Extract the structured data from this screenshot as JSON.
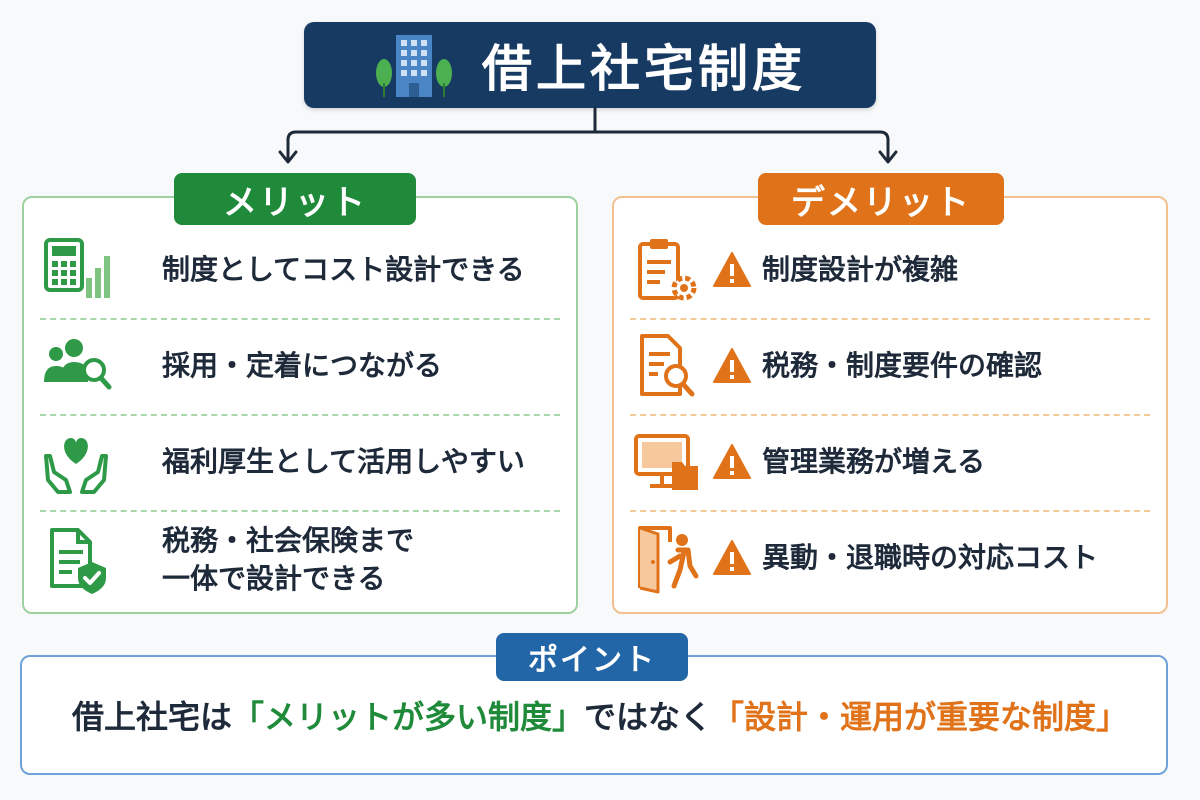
{
  "title": "借上社宅制度",
  "merit": {
    "label": "メリット",
    "items": [
      {
        "icon": "calculator-chart-icon",
        "text": "制度としてコスト設計できる"
      },
      {
        "icon": "people-search-icon",
        "text": "採用・定着につながる"
      },
      {
        "icon": "hands-heart-icon",
        "text": "福利厚生として活用しやすい"
      },
      {
        "icon": "document-shield-icon",
        "line1": "税務・社会保険まで",
        "line2": "一体で設計できる"
      }
    ]
  },
  "demerit": {
    "label": "デメリット",
    "items": [
      {
        "icon": "clipboard-gear-icon",
        "text": "制度設計が複雑"
      },
      {
        "icon": "document-search-icon",
        "text": "税務・制度要件の確認"
      },
      {
        "icon": "monitor-folder-icon",
        "text": "管理業務が増える"
      },
      {
        "icon": "door-exit-icon",
        "text": "異動・退職時の対応コスト"
      }
    ]
  },
  "point": {
    "label": "ポイント",
    "prefix": "借上社宅は",
    "highlight1": "「メリットが多い制度」",
    "middle": "ではなく",
    "highlight2": "「設計・運用が重要な制度」"
  },
  "colors": {
    "navy": "#173a63",
    "green": "#1f8a3a",
    "orange": "#e0731a",
    "blue": "#2366a8"
  }
}
